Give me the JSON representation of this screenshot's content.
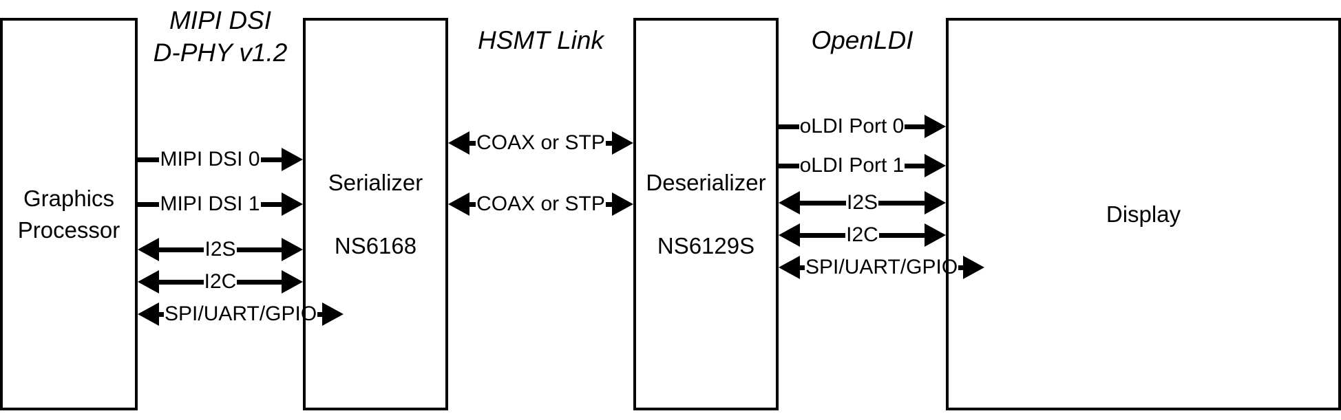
{
  "diagram": {
    "title": "HSMT SerDes link block diagram",
    "colors": {
      "stroke": "#000000",
      "background": "#ffffff",
      "text": "#000000"
    },
    "blocks": [
      {
        "id": "graphics-processor",
        "line1": "Graphics",
        "line2": "Processor"
      },
      {
        "id": "serializer",
        "line1": "Serializer",
        "line2": "NS6168"
      },
      {
        "id": "deserializer",
        "line1": "Deserializer",
        "line2": "NS6129S"
      },
      {
        "id": "display",
        "line1": "Display",
        "line2": ""
      }
    ],
    "interfaces": [
      {
        "id": "mipi-dsi",
        "title": "MIPI DSI\nD-PHY v1.2"
      },
      {
        "id": "hsmt-link",
        "title": "HSMT Link"
      },
      {
        "id": "openldi",
        "title": "OpenLDI"
      }
    ],
    "links": {
      "mipi": {
        "from": "Graphics Processor",
        "to": "Serializer",
        "signals": [
          {
            "label": "MIPI DSI 0",
            "direction": "right"
          },
          {
            "label": "MIPI DSI 1",
            "direction": "right"
          },
          {
            "label": "I2S",
            "direction": "both"
          },
          {
            "label": "I2C",
            "direction": "both"
          },
          {
            "label": "SPI/UART/GPIO",
            "direction": "both"
          }
        ]
      },
      "hsmt": {
        "from": "Serializer",
        "to": "Deserializer",
        "signals": [
          {
            "label": "COAX or STP",
            "direction": "both"
          },
          {
            "label": "COAX or STP",
            "direction": "both"
          }
        ]
      },
      "oldi": {
        "from": "Deserializer",
        "to": "Display",
        "signals": [
          {
            "label": "oLDI Port 0",
            "direction": "right"
          },
          {
            "label": "oLDI Port 1",
            "direction": "right"
          },
          {
            "label": "I2S",
            "direction": "both"
          },
          {
            "label": "I2C",
            "direction": "both"
          },
          {
            "label": "SPI/UART/GPIO",
            "direction": "both"
          }
        ]
      }
    }
  }
}
